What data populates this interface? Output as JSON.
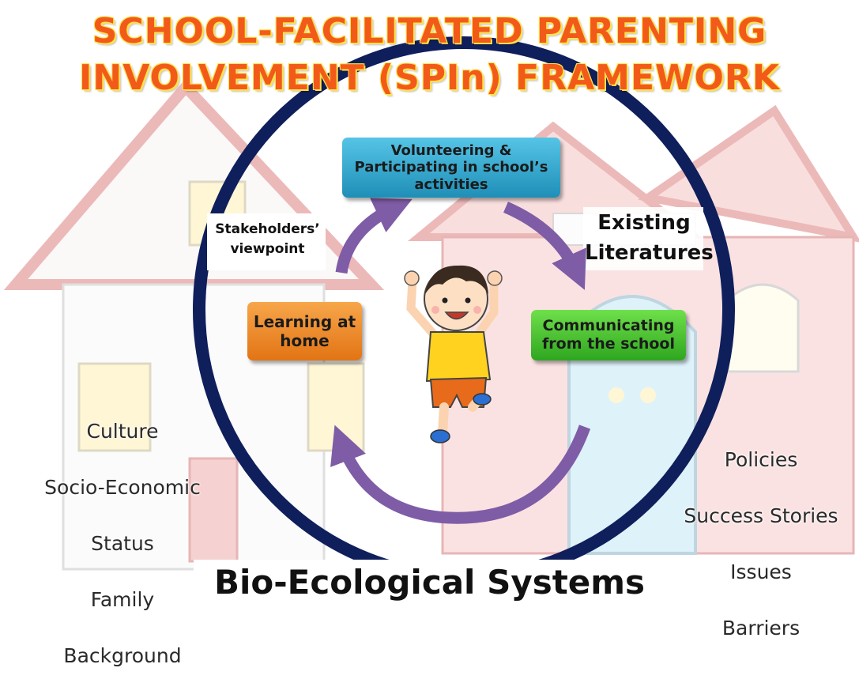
{
  "title": {
    "line1": "SCHOOL-FACILITATED PARENTING",
    "line2": "INVOLVEMENT (SPIn) FRAMEWORK"
  },
  "nodes": {
    "volunteering": "Volunteering &\nParticipating in school’s\nactivities",
    "learning_home": "Learning at\nhome",
    "communicating": "Communicating\nfrom the school"
  },
  "labels": {
    "stakeholders": "Stakeholders’\nviewpoint",
    "existing_literatures": "Existing\nLiteratures"
  },
  "left_factors": [
    "Culture",
    "Socio-Economic",
    "Status",
    "Family",
    "Background"
  ],
  "right_factors": [
    "Policies",
    "Success Stories",
    "Issues",
    "Barriers"
  ],
  "footer": "Bio-Ecological Systems",
  "colors": {
    "title": "#f25a1a",
    "title_outline": "#ffe24a",
    "circle": "#0f1f5c",
    "arrow": "#7f5ca6",
    "volunteering_box": "#2aa3c9",
    "learning_box": "#ef8a22",
    "communicating_box": "#3fbf2c"
  },
  "icons": [
    "house-illustration",
    "child-illustration"
  ]
}
